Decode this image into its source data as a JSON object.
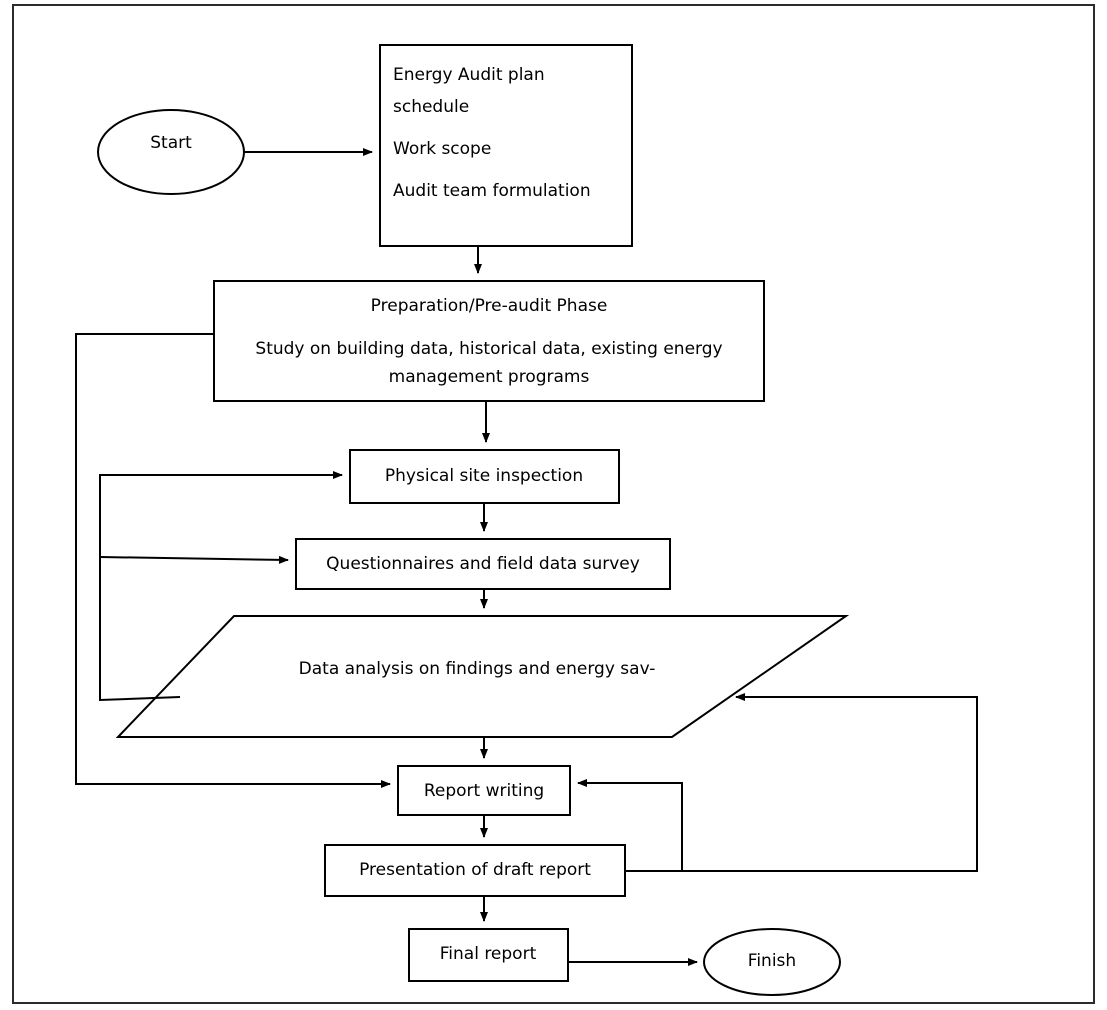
{
  "diagram": {
    "title": "Energy Audit Process Flowchart",
    "type": "flowchart",
    "stroke_color": "#000000",
    "fill_color": "#ffffff",
    "frame_color": "#2b2b2b",
    "nodes": {
      "start": {
        "label": "Start",
        "shape": "ellipse"
      },
      "plan": {
        "shape": "rectangle",
        "line1": "Energy Audit plan",
        "line2": "schedule",
        "line3": "Work scope",
        "line4": "Audit team formulation"
      },
      "preparation": {
        "shape": "rectangle",
        "line1": "Preparation/Pre-audit Phase",
        "line2": "Study on building data, historical data, existing energy",
        "line3": "management programs"
      },
      "site_inspection": {
        "label": "Physical site inspection",
        "shape": "rectangle"
      },
      "questionnaires": {
        "label": "Questionnaires and field data survey",
        "shape": "rectangle"
      },
      "data_analysis": {
        "label": "Data analysis on findings and energy sav-",
        "shape": "parallelogram"
      },
      "report_writing": {
        "label": "Report writing",
        "shape": "rectangle"
      },
      "draft_presentation": {
        "label": "Presentation of draft report",
        "shape": "rectangle"
      },
      "final_report": {
        "label": "Final report",
        "shape": "rectangle"
      },
      "finish": {
        "label": "Finish",
        "shape": "ellipse"
      }
    },
    "edges": [
      {
        "from": "start",
        "to": "plan",
        "arrow": true
      },
      {
        "from": "plan",
        "to": "preparation",
        "arrow": true
      },
      {
        "from": "preparation",
        "to": "site_inspection",
        "arrow": true
      },
      {
        "from": "site_inspection",
        "to": "questionnaires",
        "arrow": true
      },
      {
        "from": "questionnaires",
        "to": "data_analysis",
        "arrow": true
      },
      {
        "from": "data_analysis",
        "to": "report_writing",
        "arrow": true
      },
      {
        "from": "report_writing",
        "to": "draft_presentation",
        "arrow": true
      },
      {
        "from": "draft_presentation",
        "to": "final_report",
        "arrow": true
      },
      {
        "from": "final_report",
        "to": "finish",
        "arrow": true
      },
      {
        "from": "preparation",
        "to": "report_writing",
        "arrow": true,
        "route": "left-bypass"
      },
      {
        "from": "data_analysis",
        "to": "site_inspection",
        "arrow": true,
        "route": "left-feedback"
      },
      {
        "from": "data_analysis",
        "to": "questionnaires",
        "arrow": true,
        "route": "left-feedback-branch"
      },
      {
        "from": "draft_presentation",
        "to": "data_analysis",
        "arrow": true,
        "route": "right-feedback"
      },
      {
        "from": "draft_presentation",
        "to": "report_writing",
        "arrow": true,
        "route": "right-feedback-branch"
      }
    ]
  }
}
